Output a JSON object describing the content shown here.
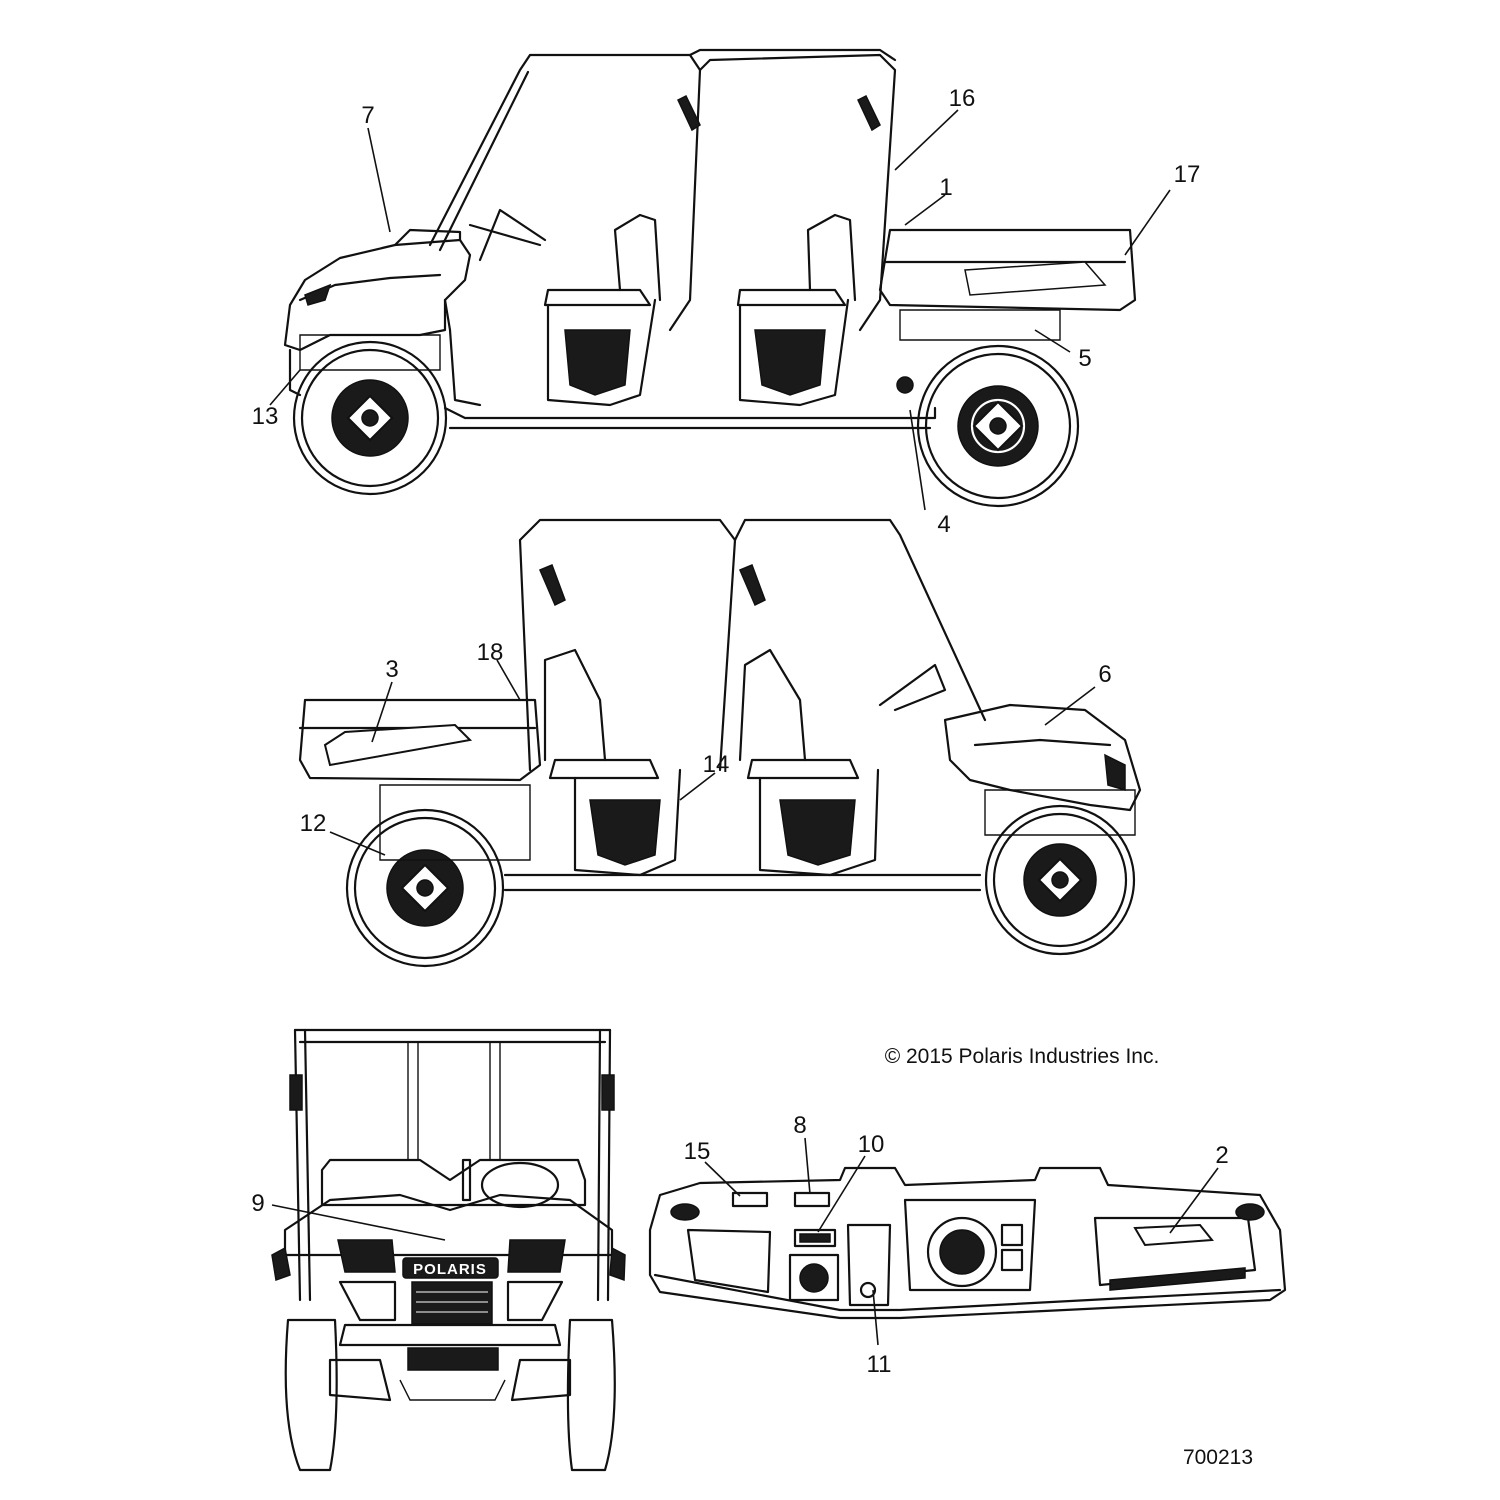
{
  "copyright": "© 2015 Polaris Industries Inc.",
  "document_number": "700213",
  "brand_on_grille": "POLARIS",
  "callouts": {
    "c1": "1",
    "c2": "2",
    "c3": "3",
    "c4": "4",
    "c5": "5",
    "c6": "6",
    "c7": "7",
    "c8": "8",
    "c9": "9",
    "c10": "10",
    "c11": "11",
    "c12": "12",
    "c13": "13",
    "c14": "14",
    "c15": "15",
    "c16": "16",
    "c17": "17",
    "c18": "18"
  }
}
